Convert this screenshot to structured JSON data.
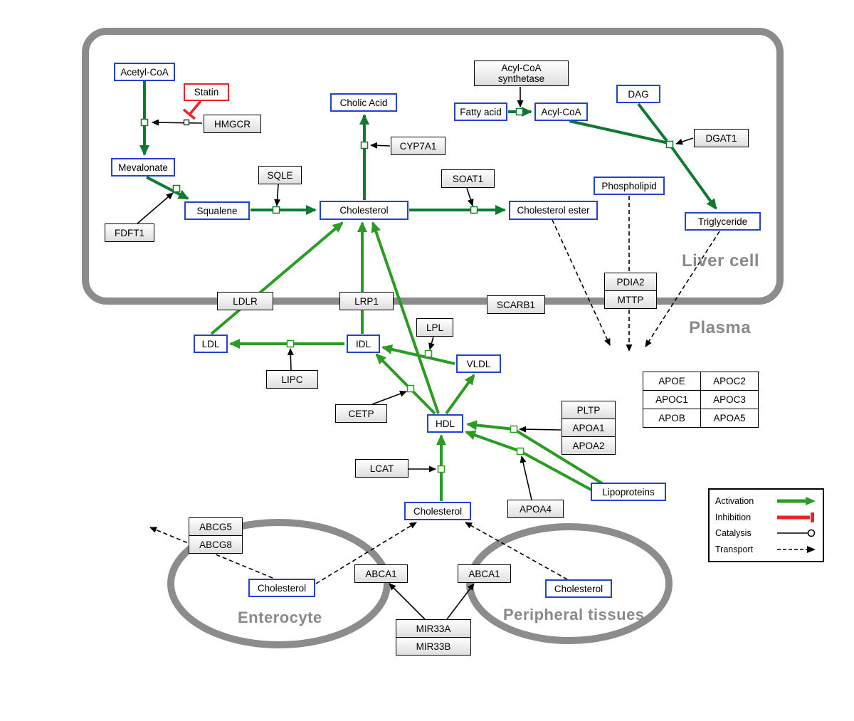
{
  "regions": {
    "liver_cell": "Liver cell",
    "plasma": "Plasma",
    "enterocyte": "Enterocyte",
    "peripheral_tissues": "Peripheral tissues"
  },
  "nodes": {
    "acetyl_coa": "Acetyl-CoA",
    "statin": "Statin",
    "hmgcr": "HMGCR",
    "mevalonate": "Mevalonate",
    "fdft1": "FDFT1",
    "squalene": "Squalene",
    "sqle": "SQLE",
    "cholic_acid": "Cholic Acid",
    "cyp7a1": "CYP7A1",
    "cholesterol_liver": "Cholesterol",
    "soat1": "SOAT1",
    "cholesterol_ester": "Cholesterol ester",
    "acyl_coa_synthetase": "Acyl-CoA synthetase",
    "fatty_acid": "Fatty acid",
    "acyl_coa": "Acyl-CoA",
    "dag": "DAG",
    "dgat1": "DGAT1",
    "phospholipid": "Phospholipid",
    "triglyceride": "Triglyceride",
    "ldlr": "LDLR",
    "lrp1": "LRP1",
    "scarb1": "SCARB1",
    "pdia2": "PDIA2",
    "mttp": "MTTP",
    "ldl": "LDL",
    "idl": "IDL",
    "lpl": "LPL",
    "vldl": "VLDL",
    "lipc": "LIPC",
    "cetp": "CETP",
    "hdl": "HDL",
    "pltp": "PLTP",
    "apoa1": "APOA1",
    "apoa2": "APOA2",
    "lcat": "LCAT",
    "cholesterol_plasma": "Cholesterol",
    "apoa4": "APOA4",
    "lipoproteins": "Lipoproteins",
    "abcg5": "ABCG5",
    "abcg8": "ABCG8",
    "cholesterol_enterocyte": "Cholesterol",
    "abca1_left": "ABCA1",
    "abca1_right": "ABCA1",
    "cholesterol_peripheral": "Cholesterol",
    "mir33a": "MIR33A",
    "mir33b": "MIR33B"
  },
  "apo_table": [
    "APOE",
    "APOC2",
    "APOC1",
    "APOC3",
    "APOB",
    "APOA5"
  ],
  "legend": {
    "activation": "Activation",
    "inhibition": "Inhibition",
    "catalysis": "Catalysis",
    "transport": "Transport"
  },
  "colors": {
    "conversion_green": "#0e7a30",
    "activation_green": "#2a9c21",
    "inhibition_red": "#ee2222",
    "metabolite_blue": "#2244cc",
    "compartment_gray": "#8c8c8c"
  }
}
